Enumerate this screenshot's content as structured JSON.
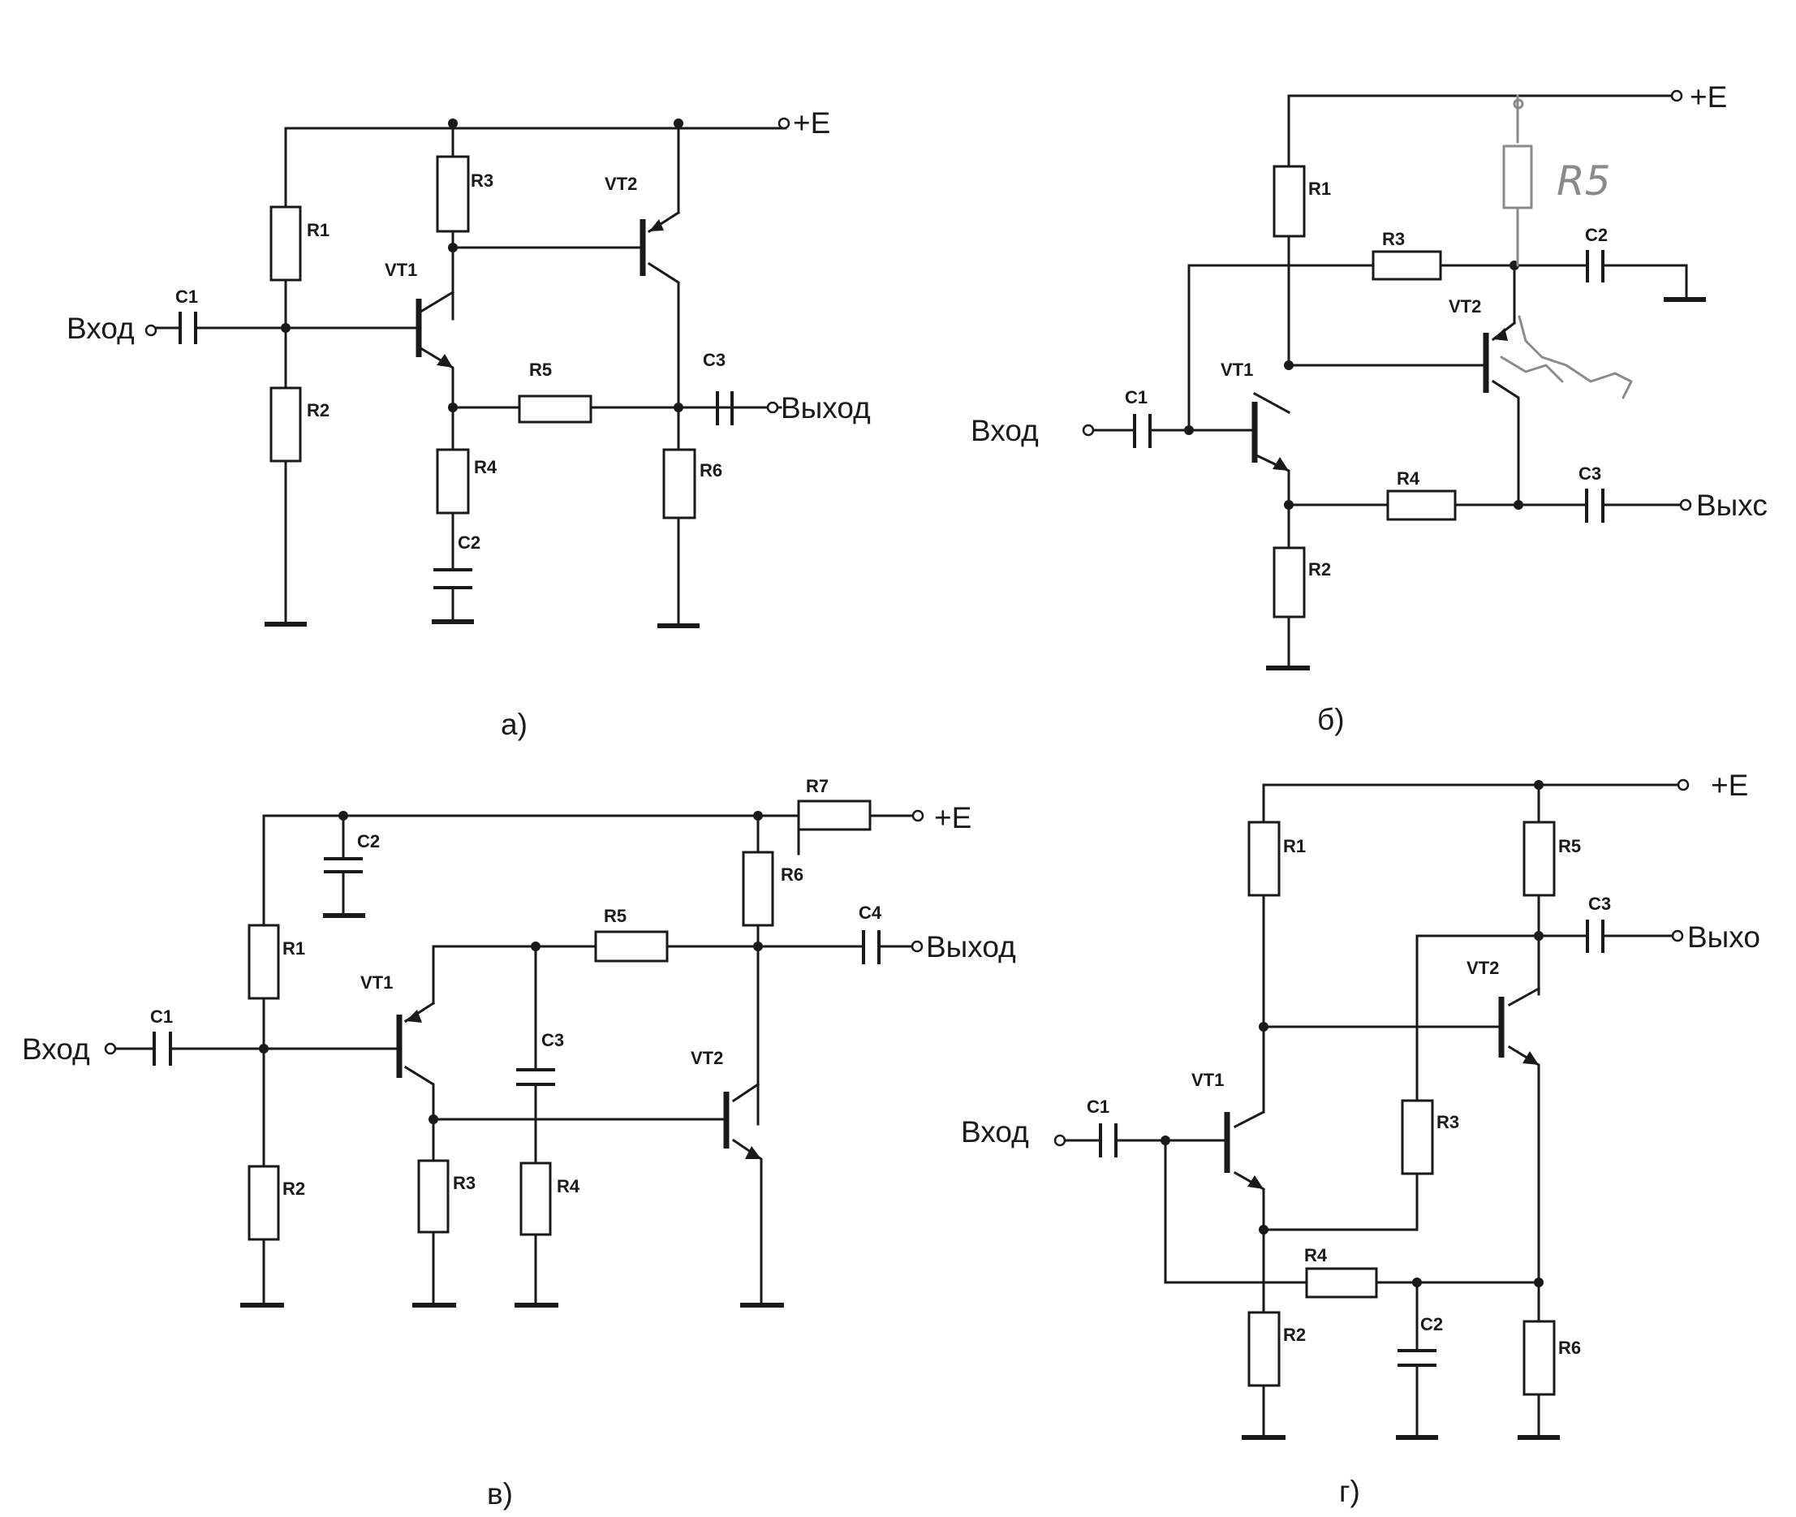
{
  "labels": {
    "in": "Вход",
    "out": "Выход",
    "out_cut": "Выхс",
    "out_cut2": "Выхо",
    "supply": "+E"
  },
  "panels": {
    "a": {
      "caption": "а)",
      "components": {
        "R1": "R1",
        "R2": "R2",
        "R3": "R3",
        "R4": "R4",
        "R5": "R5",
        "R6": "R6",
        "C1": "C1",
        "C2": "C2",
        "C3": "C3",
        "VT1": "VT1",
        "VT2": "VT2"
      }
    },
    "b": {
      "caption": "б)",
      "components": {
        "R1": "R1",
        "R2": "R2",
        "R3": "R3",
        "R4": "R4",
        "C1": "C1",
        "C2": "C2",
        "C3": "C3",
        "VT1": "VT1",
        "VT2": "VT2"
      },
      "pencil_note": "R5"
    },
    "c": {
      "caption": "в)",
      "components": {
        "R1": "R1",
        "R2": "R2",
        "R3": "R3",
        "R4": "R4",
        "R5": "R5",
        "R6": "R6",
        "R7": "R7",
        "C1": "C1",
        "C2": "C2",
        "C3": "C3",
        "C4": "C4",
        "VT1": "VT1",
        "VT2": "VT2"
      }
    },
    "d": {
      "caption": "г)",
      "components": {
        "R1": "R1",
        "R2": "R2",
        "R3": "R3",
        "R4": "R4",
        "R5": "R5",
        "R6": "R6",
        "C1": "C1",
        "C2": "C2",
        "C3": "C3",
        "VT1": "VT1",
        "VT2": "VT2"
      }
    }
  }
}
